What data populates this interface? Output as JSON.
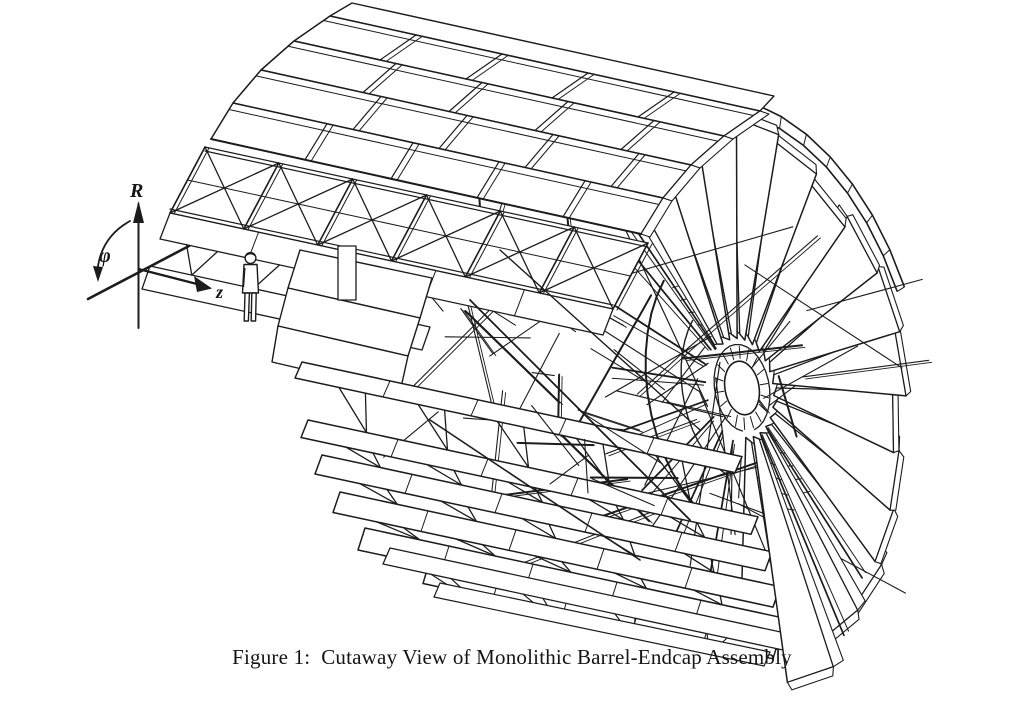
{
  "page": {
    "background_color": "#ffffff",
    "ink_color": "#1c1c1c"
  },
  "figure": {
    "caption": "Figure 1:  Cutaway View of Monolithic Barrel-Endcap Assembly"
  },
  "axis_legend": {
    "r_label": "R",
    "phi_label": "φ",
    "z_label": "z"
  }
}
